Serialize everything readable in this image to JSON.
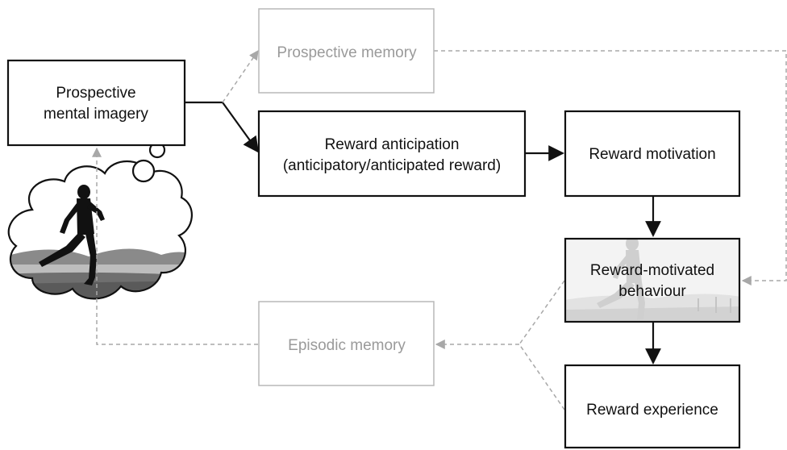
{
  "nodes": {
    "prospective_mental_imagery": [
      "Prospective",
      "mental imagery"
    ],
    "prospective_memory": "Prospective memory",
    "reward_anticipation": [
      "Reward anticipation",
      "(anticipatory/anticipated reward)"
    ],
    "reward_motivation": "Reward motivation",
    "reward_motivated_behaviour": [
      "Reward-motivated",
      "behaviour"
    ],
    "episodic_memory": "Episodic memory",
    "reward_experience": "Reward experience"
  },
  "colors": {
    "solid": "#111111",
    "dashed": "#a8a8a8",
    "faded_text": "#9a9a9a",
    "faded_border": "#b8b8b8"
  },
  "images": {
    "thought_cloud": "runner-photo-in-thought-bubble",
    "behaviour_background": "faded-runner-photo"
  }
}
